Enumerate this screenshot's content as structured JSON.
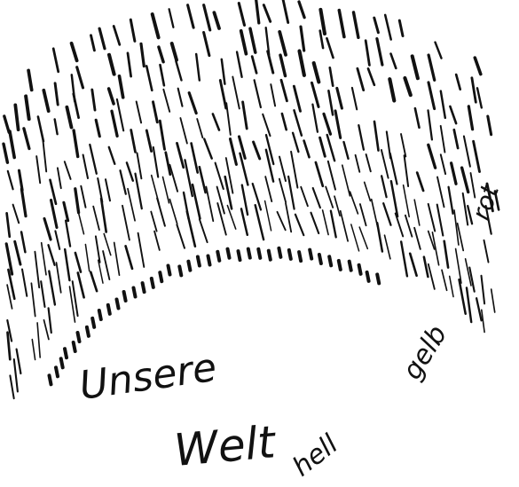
{
  "labels": {
    "title_line1": "Unsere",
    "title_line2": "Welt",
    "band_outer": "rot",
    "band_middle": "gelb",
    "band_inner": "hell"
  },
  "colors": {
    "ink": "#111111",
    "paper": "#ffffff"
  },
  "drawing": {
    "style": "hand-drawn hatched arcs",
    "bands": [
      {
        "name": "rot",
        "density": "dense"
      },
      {
        "name": "gelb",
        "density": "medium"
      },
      {
        "name": "hell",
        "density": "sparse"
      }
    ]
  }
}
